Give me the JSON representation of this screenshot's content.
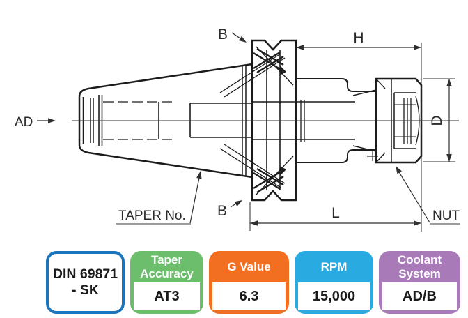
{
  "drawing": {
    "labels": {
      "ad": "AD",
      "b_top": "B",
      "b_bottom": "B",
      "h": "H",
      "d": "D",
      "l": "L",
      "taper_no": "TAPER No.",
      "nut": "NUT"
    },
    "colors": {
      "body_fill": "#e7e4d5",
      "outline": "#1c1c1c",
      "dimension": "#2e2e2e",
      "underline": "#9b9b9b"
    }
  },
  "badges": [
    {
      "label": "DIN 69871",
      "label_line2": "- SK",
      "color": "#1b75bc",
      "style": "outlined"
    },
    {
      "header": "Taper Accuracy",
      "value": "AT3",
      "color": "#6cbe6d"
    },
    {
      "header": "G Value",
      "value": "6.3",
      "color": "#f26f21"
    },
    {
      "header": "RPM",
      "value": "15,000",
      "color": "#29abe2"
    },
    {
      "header": "Coolant System",
      "value": "AD/B",
      "color": "#a87ab8"
    }
  ]
}
